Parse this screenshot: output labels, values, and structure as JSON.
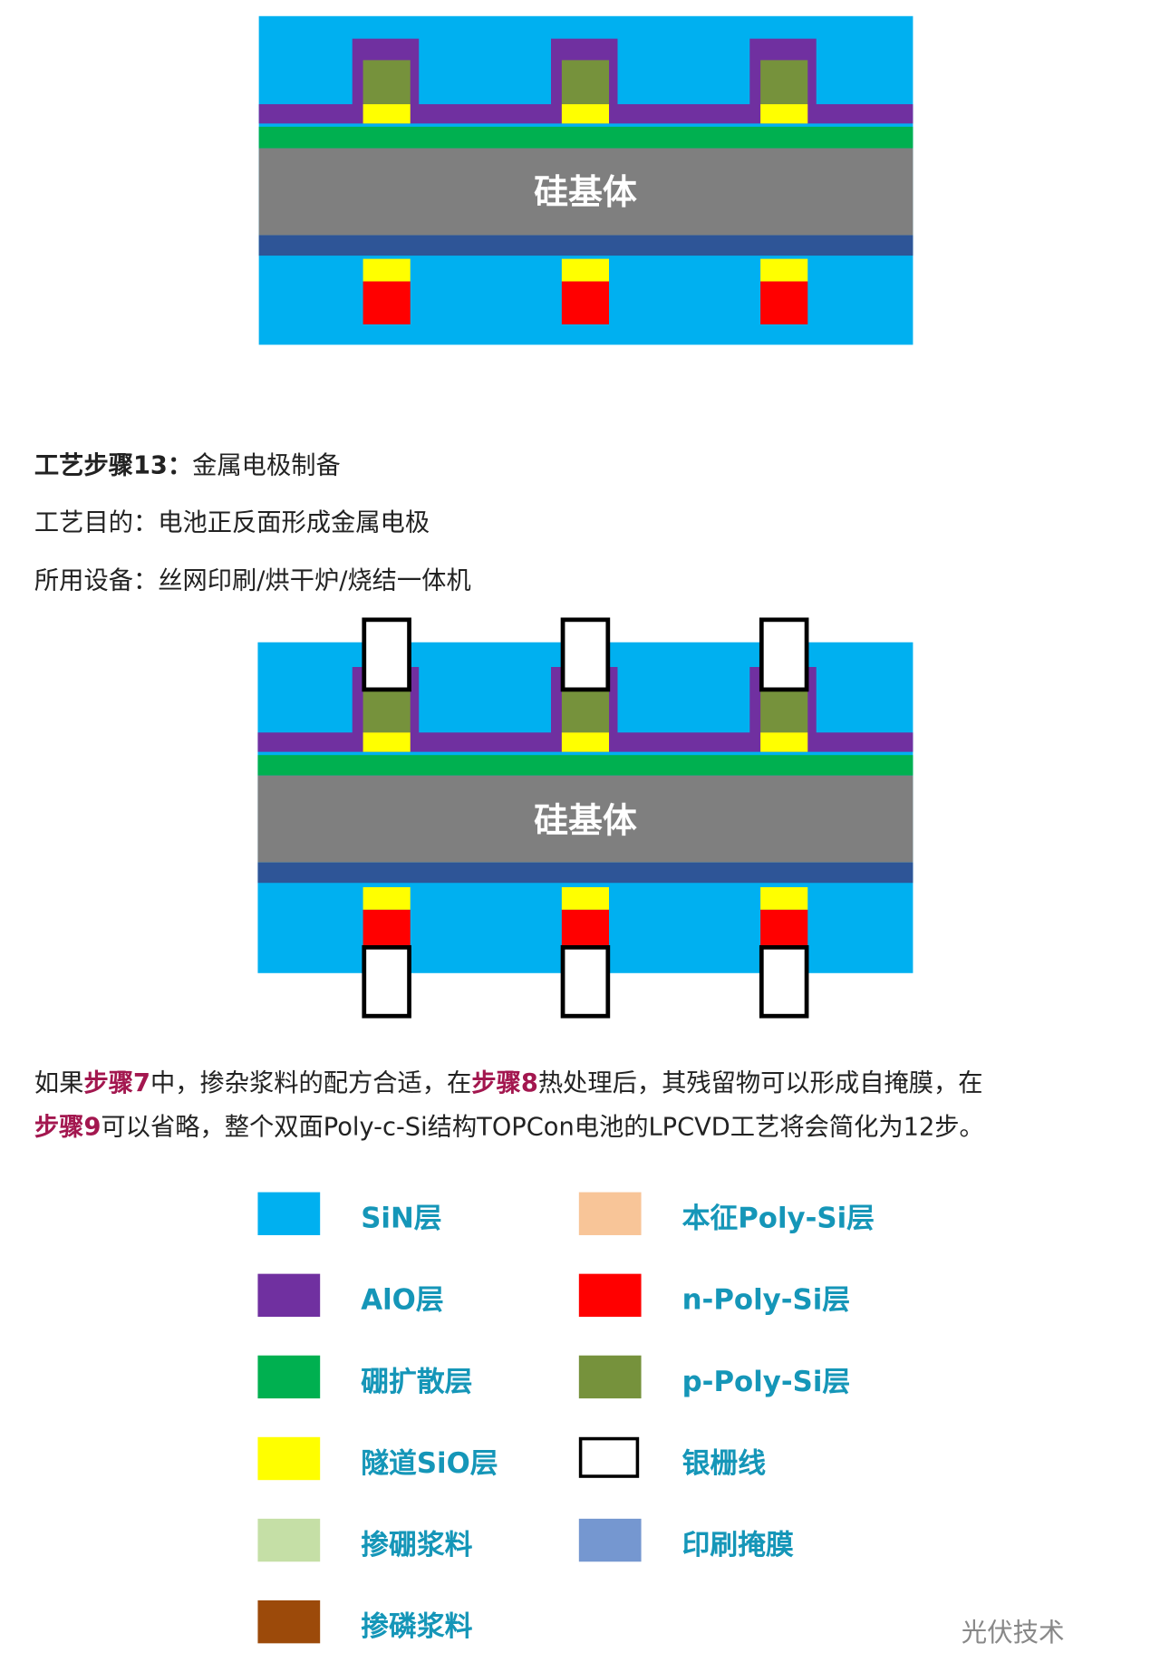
{
  "diagram_label": "硅基体",
  "step": {
    "title": "工艺步骤13：",
    "title_rest": "金属电极制备",
    "purpose": "工艺目的：电池正反面形成金属电极",
    "equipment": "所用设备：丝网印刷/烘干炉/烧结一体机"
  },
  "paragraph": {
    "p1": "如果",
    "s7": "步骤7",
    "p2": "中，掺杂浆料的配方合适，在",
    "s8": "步骤8",
    "p3": "热处理后，其残留物可以形成自掩膜，在",
    "s9": "步骤9",
    "p4": "可以省略，整个双面Poly-c-Si结构TOPCon电池的LPCVD工艺将会简化为12步。"
  },
  "legend": [
    {
      "label": "SiN层",
      "color": "#00b0f0"
    },
    {
      "label": "AlO层",
      "color": "#7030a0"
    },
    {
      "label": "硼扩散层",
      "color": "#00b050"
    },
    {
      "label": "隧道SiO层",
      "color": "#ffff00"
    },
    {
      "label": "掺硼浆料",
      "color": "#c5dfa6"
    },
    {
      "label": "掺磷浆料",
      "color": "#9c4a0a"
    },
    {
      "label": "本征Poly-Si层",
      "color": "#f8c598"
    },
    {
      "label": "n-Poly-Si层",
      "color": "#ff0000"
    },
    {
      "label": "p-Poly-Si层",
      "color": "#76923c"
    },
    {
      "label": "银栅线",
      "color": "#ffffff"
    },
    {
      "label": "印刷掩膜",
      "color": "#7597d0"
    }
  ],
  "watermark": "光伏技术"
}
